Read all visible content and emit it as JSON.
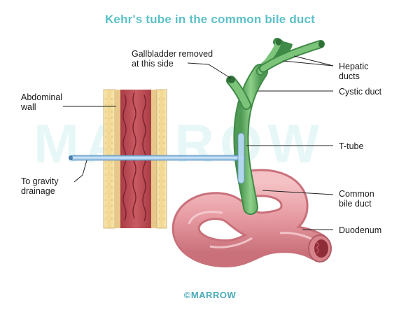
{
  "title": "Kehr's tube in the common bile duct",
  "watermark": "MARROW",
  "footer": "©MARROW",
  "labels": {
    "gallbladder": "Gallbladder removed\nat this side",
    "hepatic": "Hepatic\nducts",
    "cystic": "Cystic duct",
    "abdominal": "Abdominal\nwall",
    "ttube": "T-tube",
    "gravity": "To gravity\ndrainage",
    "cbd": "Common\nbile duct",
    "duodenum": "Duodenum"
  },
  "colors": {
    "title": "#5bc0c8",
    "duct": "#6db26d",
    "tube": "#9fc6e6",
    "intestine": "#e8a0a6",
    "wall": "#f2dc9c",
    "muscle": "#b9474f"
  }
}
